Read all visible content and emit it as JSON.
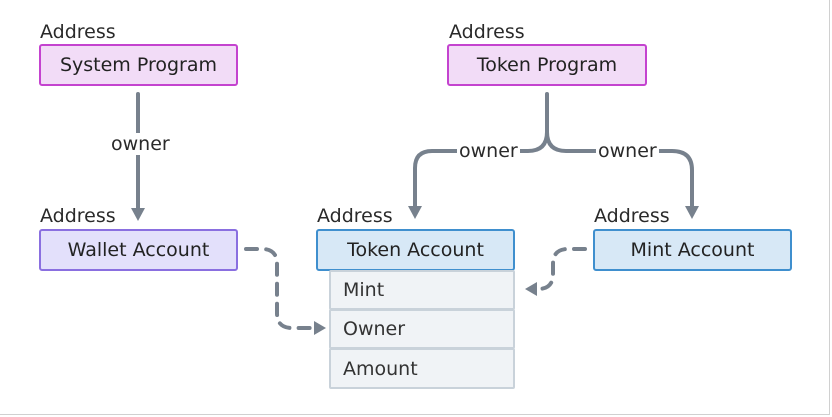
{
  "diagram": {
    "system_program": {
      "address_label": "Address",
      "name": "System Program"
    },
    "token_program": {
      "address_label": "Address",
      "name": "Token Program"
    },
    "wallet_account": {
      "address_label": "Address",
      "name": "Wallet Account"
    },
    "token_account": {
      "address_label": "Address",
      "name": "Token Account",
      "fields": [
        "Mint",
        "Owner",
        "Amount"
      ]
    },
    "mint_account": {
      "address_label": "Address",
      "name": "Mint Account"
    },
    "edges": {
      "system_to_wallet": "owner",
      "token_to_token_account": "owner",
      "token_to_mint_account": "owner"
    }
  },
  "colors": {
    "program_fill": "#f2dcf7",
    "program_border": "#c443cf",
    "wallet_fill": "#e3e0fb",
    "wallet_border": "#8a6fe0",
    "account_fill": "#d7e8f6",
    "account_border": "#3f8fce",
    "field_fill": "#f0f3f6",
    "connector": "#77818d"
  }
}
